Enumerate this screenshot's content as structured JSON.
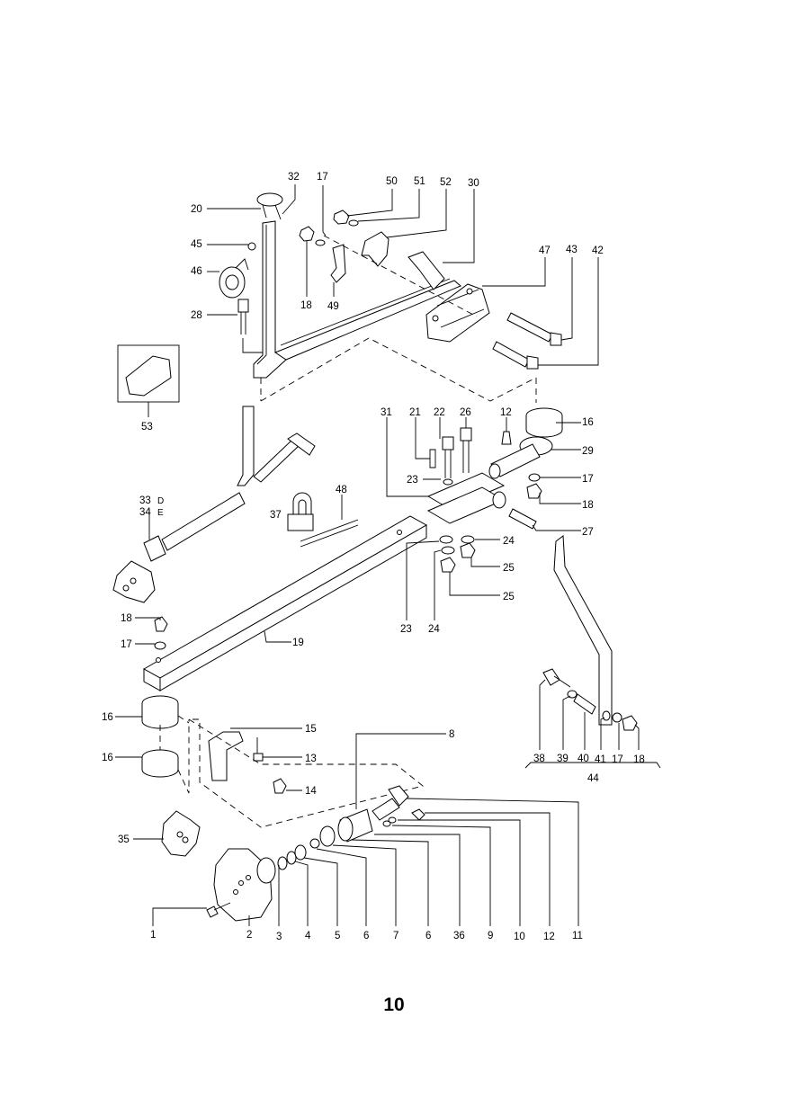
{
  "page_number": "10",
  "callouts": {
    "c1": "1",
    "c2": "2",
    "c3": "3",
    "c4": "4",
    "c5": "5",
    "c6a": "6",
    "c6b": "6",
    "c7": "7",
    "c8": "8",
    "c9": "9",
    "c10": "10",
    "c11": "11",
    "c12a": "12",
    "c12b": "12",
    "c13": "13",
    "c14": "14",
    "c15": "15",
    "c16a": "16",
    "c16b": "16",
    "c16c": "16",
    "c17a": "17",
    "c17b": "17",
    "c17c": "17",
    "c17d": "17",
    "c18a": "18",
    "c18b": "18",
    "c18c": "18",
    "c18d": "18",
    "c19": "19",
    "c20": "20",
    "c21": "21",
    "c22": "22",
    "c23a": "23",
    "c23b": "23",
    "c24a": "24",
    "c24b": "24",
    "c25a": "25",
    "c25b": "25",
    "c26": "26",
    "c27": "27",
    "c28": "28",
    "c29": "29",
    "c30": "30",
    "c31": "31",
    "c32": "32",
    "c33": "33",
    "c33d": "D",
    "c34": "34",
    "c34e": "E",
    "c35": "35",
    "c36": "36",
    "c37": "37",
    "c38": "38",
    "c39": "39",
    "c40": "40",
    "c41": "41",
    "c42": "42",
    "c43": "43",
    "c44": "44",
    "c45": "45",
    "c46": "46",
    "c47": "47",
    "c48": "48",
    "c49": "49",
    "c50": "50",
    "c51": "51",
    "c52": "52",
    "c53": "53"
  }
}
